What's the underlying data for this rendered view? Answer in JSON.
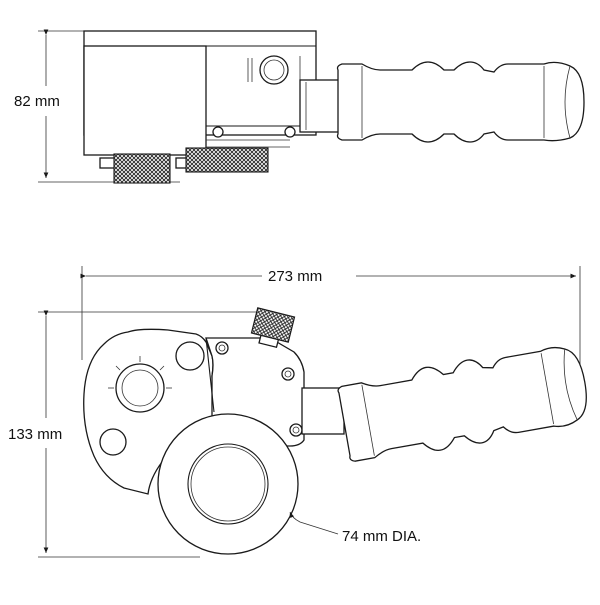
{
  "dimensions": {
    "height_side": "82 mm",
    "length": "273 mm",
    "height_front": "133 mm",
    "diameter": "74 mm DIA."
  },
  "colors": {
    "line": "#1a1a1a",
    "background": "#ffffff",
    "knurl": "#222222"
  }
}
